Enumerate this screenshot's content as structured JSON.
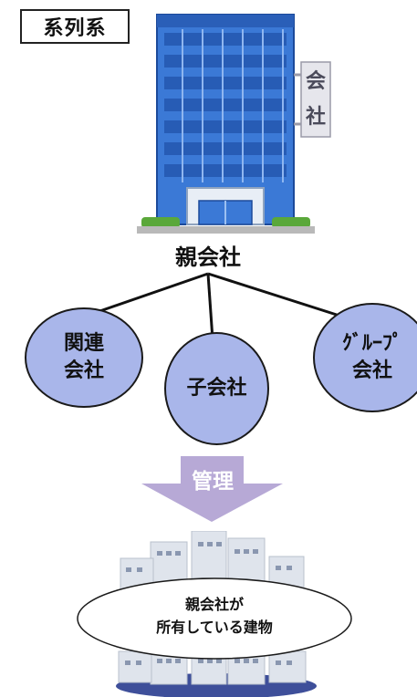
{
  "title": "系列系",
  "building": {
    "sign_chars": [
      "会",
      "社"
    ]
  },
  "parent_company_label": "親会社",
  "subsidiaries": [
    {
      "lines": [
        "関連",
        "会社"
      ]
    },
    {
      "lines": [
        "子会社"
      ]
    },
    {
      "lines": [
        "ｸﾞﾙｰﾌﾟ",
        "会社"
      ]
    }
  ],
  "arrow_label": "管理",
  "owned_buildings_label": {
    "line1": "親会社が",
    "line2": "所有している建物"
  },
  "colors": {
    "circle_fill": "#a9b6ea",
    "arrow_fill": "#b7a9d6",
    "building_blue": "#2f6fd0",
    "oval_base": "#3e4f9a"
  }
}
